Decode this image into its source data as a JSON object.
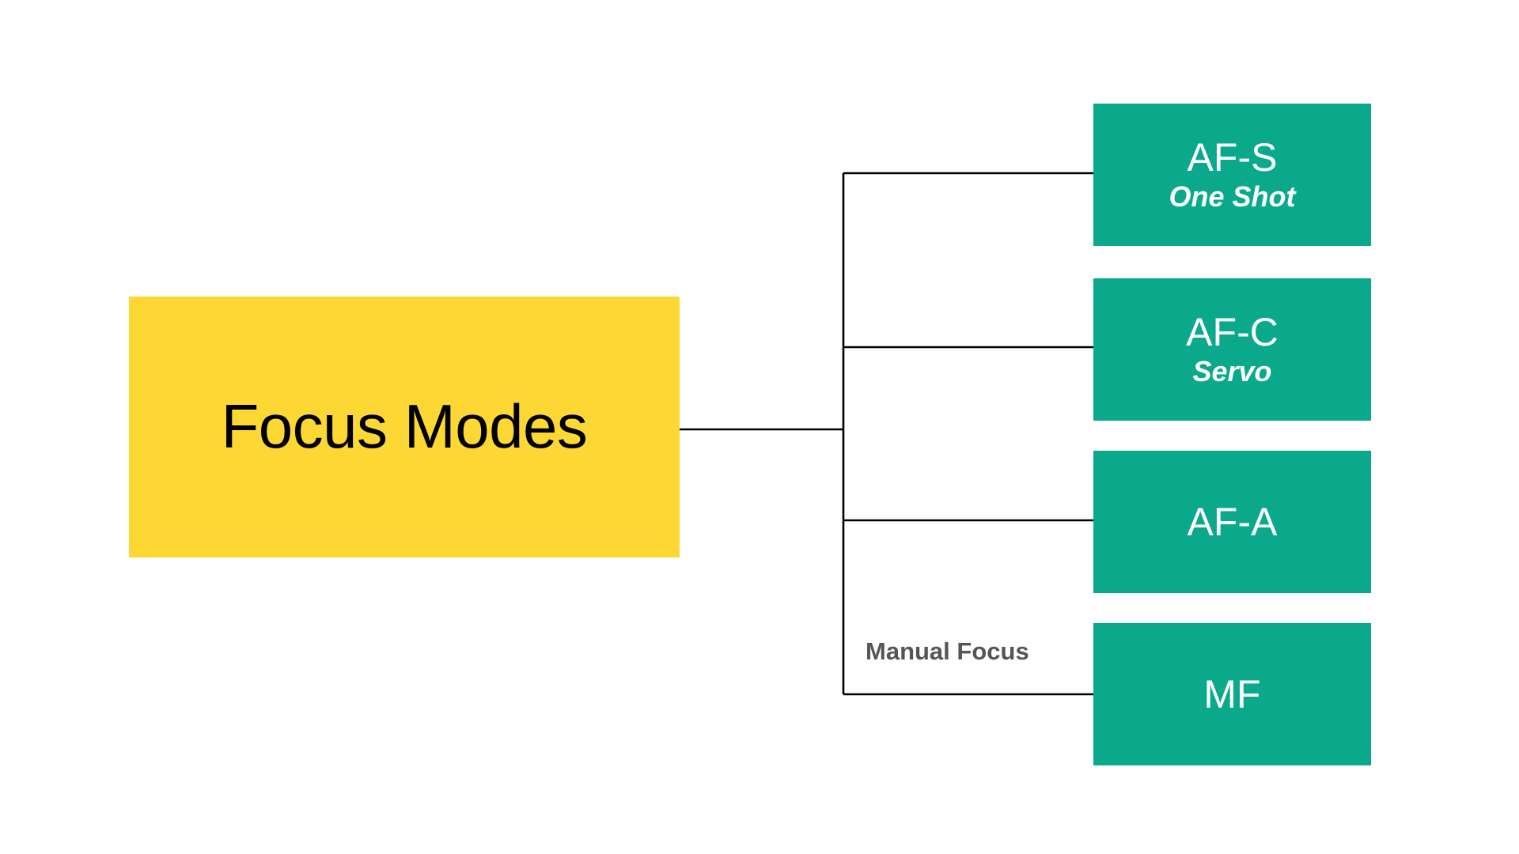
{
  "diagram": {
    "type": "mind-map",
    "orientation": "left-to-right",
    "background_color": "#FFFFFF",
    "root": {
      "label": "Focus Modes",
      "fill_color": "#FDD835",
      "text_color": "#000000"
    },
    "branch_color": "#000000",
    "leaf_fill_color": "#0AA98C",
    "leaf_text_color": "#FFFFFF",
    "edge_label_color": "#555555",
    "nodes": [
      {
        "id": "af-s",
        "title": "AF-S",
        "subtitle": "One Shot",
        "edge_label": ""
      },
      {
        "id": "af-c",
        "title": "AF-C",
        "subtitle": "Servo",
        "edge_label": ""
      },
      {
        "id": "af-a",
        "title": "AF-A",
        "subtitle": "",
        "edge_label": ""
      },
      {
        "id": "mf",
        "title": "MF",
        "subtitle": "",
        "edge_label": "Manual Focus"
      }
    ]
  }
}
